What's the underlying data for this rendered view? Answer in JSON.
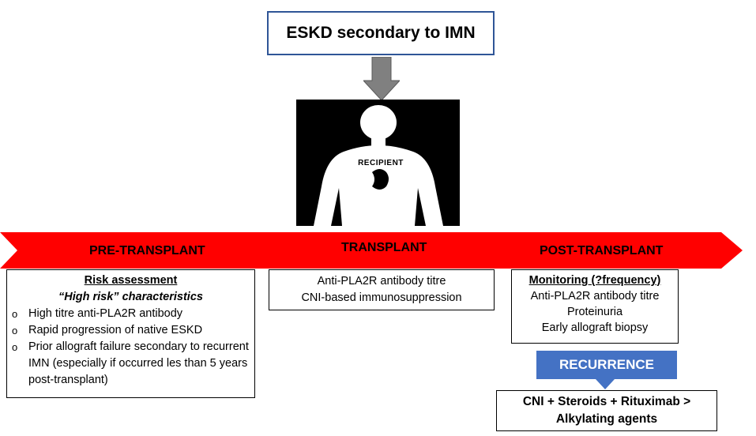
{
  "top_box": {
    "label": "ESKD secondary to IMN"
  },
  "figure": {
    "recipient_label": "RECIPIENT"
  },
  "phases": {
    "pre": "PRE-TRANSPLANT",
    "transplant": "TRANSPLANT",
    "post": "POST-TRANSPLANT"
  },
  "risk_box": {
    "title": "Risk assessment",
    "subtitle": "“High risk” characteristics",
    "bullet_symbol": "o",
    "items": [
      "High titre anti-PLA2R antibody",
      "Rapid progression of native ESKD",
      "Prior allograft failure secondary to recurrent IMN (especially if occurred les than 5 years post-transplant)"
    ]
  },
  "transplant_box": {
    "lines": [
      "Anti-PLA2R antibody titre",
      "CNI-based immunosuppression"
    ]
  },
  "monitoring_box": {
    "title": "Monitoring (?frequency)",
    "lines": [
      "Anti-PLA2R antibody titre",
      "Proteinuria",
      "Early allograft biopsy"
    ]
  },
  "recurrence": {
    "label": "RECURRENCE"
  },
  "treatment_box": {
    "lines": [
      "CNI + Steroids + Rituximab >",
      "Alkylating agents"
    ]
  },
  "colors": {
    "timeline": "#ff0000",
    "top_box_border": "#2f5597",
    "recurrence_fill": "#4472c4",
    "arrow_gray": "#808080"
  }
}
